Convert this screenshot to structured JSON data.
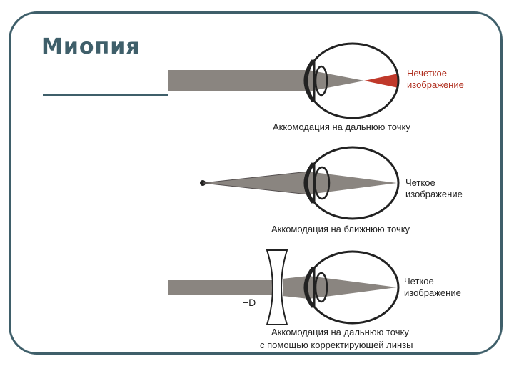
{
  "slide": {
    "title": "Миопия"
  },
  "panels": [
    {
      "image_label": [
        "Нечеткое",
        "изображение"
      ],
      "caption": [
        "Аккомодация на дальнюю точку"
      ],
      "label_color": "#b03020"
    },
    {
      "image_label": [
        "Четкое",
        "изображение"
      ],
      "caption": [
        "Аккомодация на ближнюю точку"
      ],
      "label_color": "#222222"
    },
    {
      "image_label": [
        "Четкое",
        "изображение"
      ],
      "caption": [
        "Аккомодация на дальнюю точку",
        "с помощью корректирующей линзы"
      ],
      "lens_label": "−D",
      "label_color": "#222222"
    }
  ],
  "colors": {
    "frame": "#3f5f6a",
    "beam": "#8a8580",
    "beam_edge": "#555050",
    "outline": "#222222",
    "blur": "#c0392b"
  }
}
